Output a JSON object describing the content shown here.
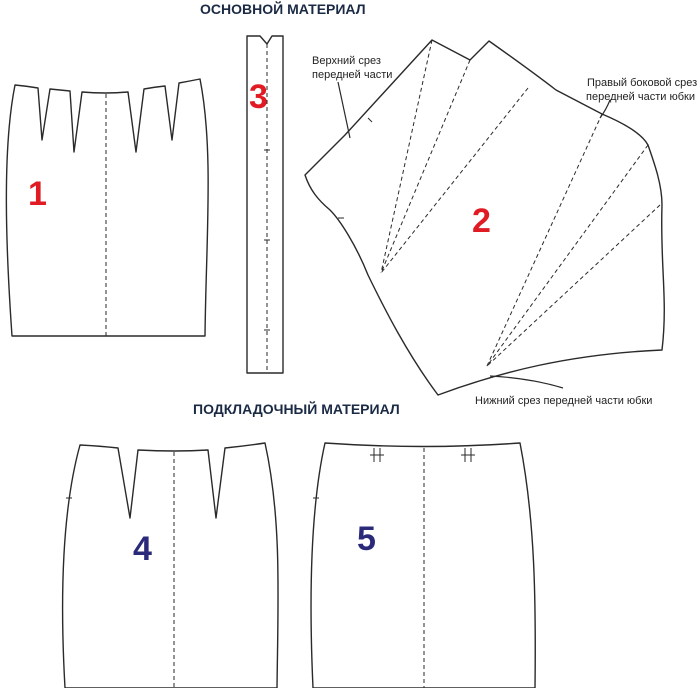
{
  "headings": {
    "main_material": "ОСНОВНОЙ МАТЕРИАЛ",
    "lining_material": "ПОДКЛАДОЧНЫЙ МАТЕРИАЛ"
  },
  "piece_numbers": {
    "p1": "1",
    "p2": "2",
    "p3": "3",
    "p4": "4",
    "p5": "5"
  },
  "callouts": {
    "top_edge_line1": "Верхний срез",
    "top_edge_line2": "передней части",
    "side_edge_line1": "Правый боковой срез",
    "side_edge_line2": "передней части юбки",
    "bottom_edge": "Нижний срез передней части юбки"
  },
  "colors": {
    "main_number": "#e01b24",
    "lining_number": "#2b2a7a",
    "heading": "#1b2a44",
    "outline": "#2a2a2a"
  }
}
